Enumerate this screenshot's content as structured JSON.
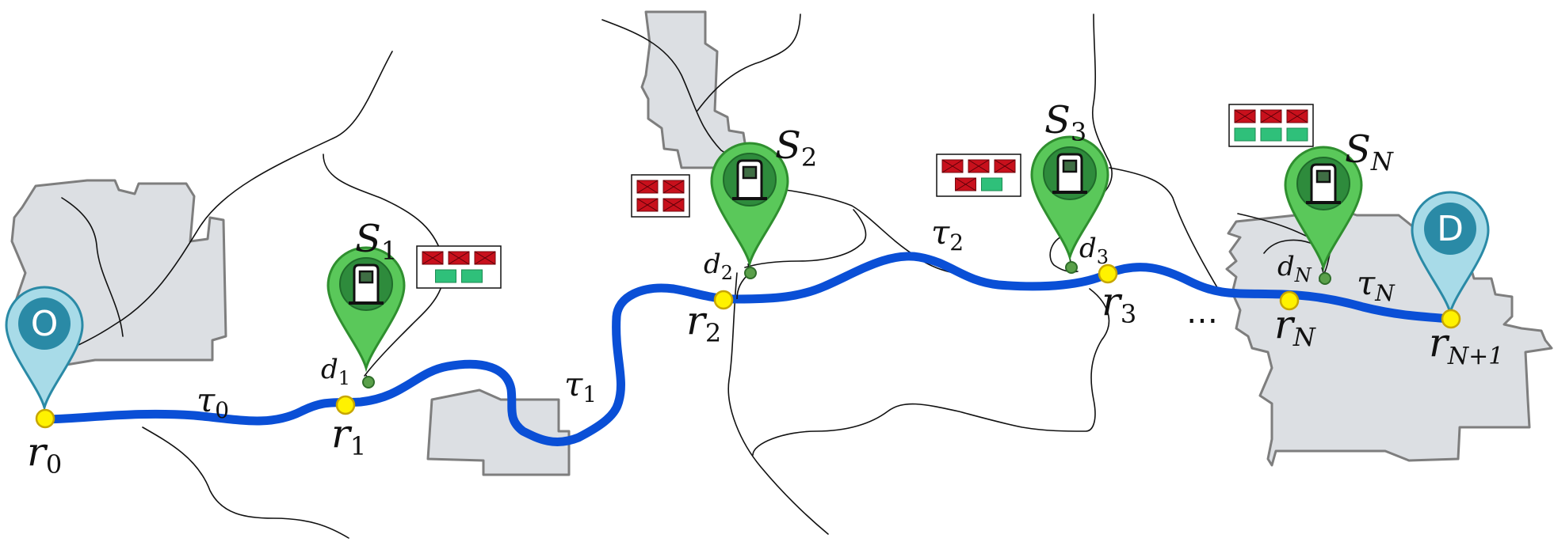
{
  "colors": {
    "route": "#0a4fd6",
    "city_fill": "#dcdfe3",
    "city_stroke": "#7e7e7e",
    "road": "#111111",
    "station_pin": "#5ac85a",
    "station_pin_dark": "#2e8b3c",
    "station_stroke": "#2f8f2f",
    "od_pin": "#a8dbe8",
    "od_pin_dark": "#2a8aa6",
    "route_point": "#fff200",
    "detour_point": "#5aa04a",
    "slot_occupied": "#c8101c",
    "slot_free": "#2fc07a"
  },
  "origin": {
    "letter": "O",
    "point_label": "r",
    "point_sub": "0"
  },
  "destination": {
    "letter": "D",
    "point_label": "r",
    "point_sub": "N+1"
  },
  "stations": [
    {
      "label": "S",
      "sub": "1",
      "detour": "d",
      "detour_sub": "1",
      "point": "r",
      "point_sub": "1",
      "occupied": 3,
      "free": 2
    },
    {
      "label": "S",
      "sub": "2",
      "detour": "d",
      "detour_sub": "2",
      "point": "r",
      "point_sub": "2",
      "occupied": 4,
      "free": 0
    },
    {
      "label": "S",
      "sub": "3",
      "detour": "d",
      "detour_sub": "3",
      "point": "r",
      "point_sub": "3",
      "occupied": 4,
      "free": 1
    },
    {
      "label": "S",
      "sub": "N",
      "detour": "d",
      "detour_sub": "N",
      "point": "r",
      "point_sub": "N",
      "occupied": 3,
      "free": 3
    }
  ],
  "segments": [
    {
      "label": "τ",
      "sub": "0"
    },
    {
      "label": "τ",
      "sub": "1"
    },
    {
      "label": "τ",
      "sub": "2"
    },
    {
      "label": "τ",
      "sub": "N"
    }
  ],
  "ellipsis": "…",
  "icons": {
    "station": "charging-station-icon",
    "origin": "origin-map-pin-icon",
    "destination": "destination-map-pin-icon"
  }
}
